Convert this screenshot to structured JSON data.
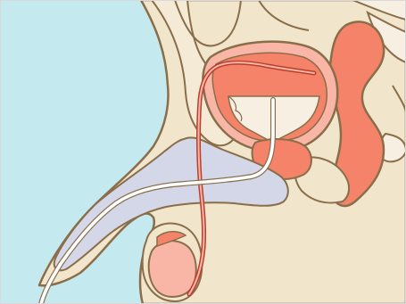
{
  "palette": {
    "background": "#c4e9ee",
    "tissue": "#f1e5cc",
    "outline": "#8a6e4a",
    "organ": "#f4836a",
    "organ_light": "#f9b6a6",
    "bladder_lumen": "#f7efe2",
    "corpus": "#d4d7e7",
    "catheter": "#ffffff",
    "frame": "#d9d9d9"
  },
  "structures": [
    "lower-abdomen-body-outline",
    "pubic-bone",
    "urinary-bladder",
    "prostate-gland",
    "rectum",
    "corpus-cavernosum",
    "testis",
    "vas-deferens",
    "urethra",
    "urinary-catheter"
  ]
}
